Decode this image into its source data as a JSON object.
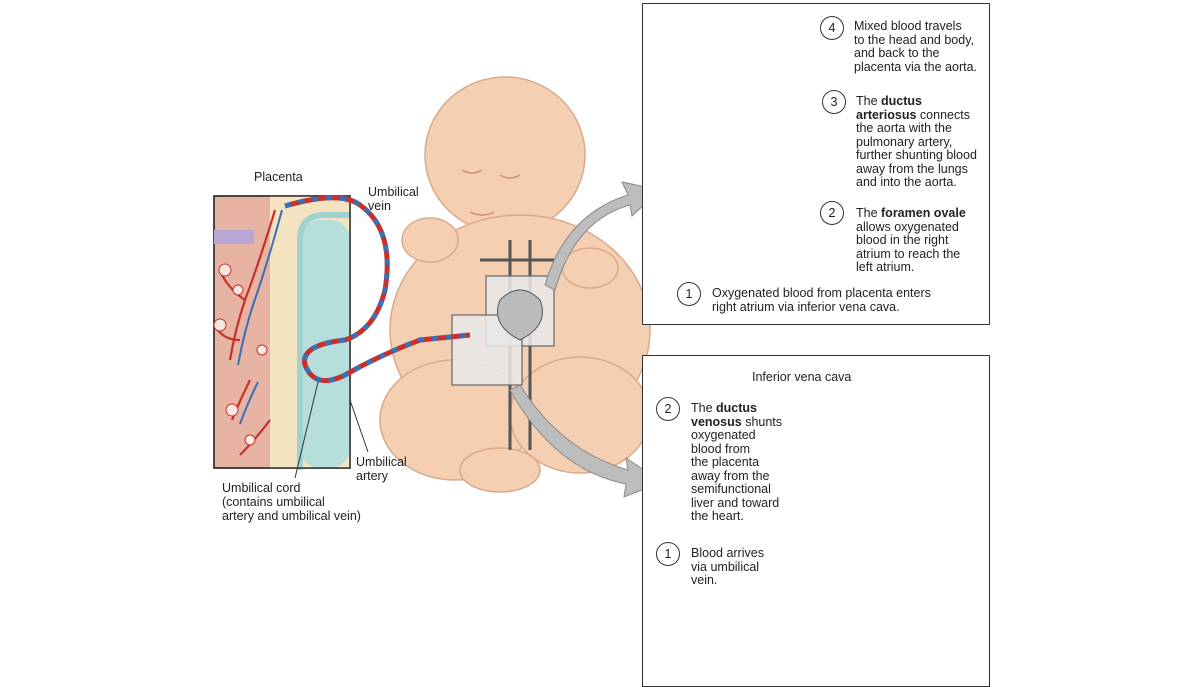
{
  "placenta_panel": {
    "title": "Placenta",
    "umbilical_vein": [
      "Umbilical",
      "vein"
    ],
    "umbilical_artery": [
      "Umbilical",
      "artery"
    ],
    "umbilical_cord": [
      "Umbilical cord",
      "(contains umbilical",
      "artery and umbilical vein)"
    ]
  },
  "heart_panel": {
    "step4": {
      "num": "4",
      "lines": [
        "Mixed blood travels",
        "to the head and body,",
        "and back to the",
        "placenta via the aorta."
      ]
    },
    "step3": {
      "num": "3",
      "pre": "The ",
      "bold1": "ductus",
      "bold2": "arteriosus",
      "post1": " connects",
      "lines": [
        "the aorta with the",
        "pulmonary artery,",
        "further shunting blood",
        "away from the lungs",
        "and into the aorta."
      ]
    },
    "step2": {
      "num": "2",
      "pre": "The ",
      "bold": "foramen ovale",
      "lines": [
        "allows oxygenated",
        "blood in the right",
        "atrium to reach the",
        "left atrium."
      ]
    },
    "step1": {
      "num": "1",
      "lines": [
        "Oxygenated blood from placenta enters",
        "right atrium via inferior vena cava."
      ]
    }
  },
  "liver_panel": {
    "ivc_label": "Inferior vena cava",
    "step2": {
      "num": "2",
      "pre": "The ",
      "bold1": "ductus",
      "bold2": "venosus",
      "post": " shunts",
      "lines": [
        "oxygenated",
        "blood from",
        "the placenta",
        "away from the",
        "semifunctional",
        "liver and toward",
        "the heart."
      ]
    },
    "step1": {
      "num": "1",
      "lines": [
        "Blood arrives",
        "via umbilical",
        "vein."
      ]
    }
  },
  "colors": {
    "artery_red": "#c8302c",
    "vein_blue": "#3b6fb6",
    "purple": "#8a64b5",
    "skin": "#f4cfb2",
    "highlight": "#f2e03a"
  }
}
